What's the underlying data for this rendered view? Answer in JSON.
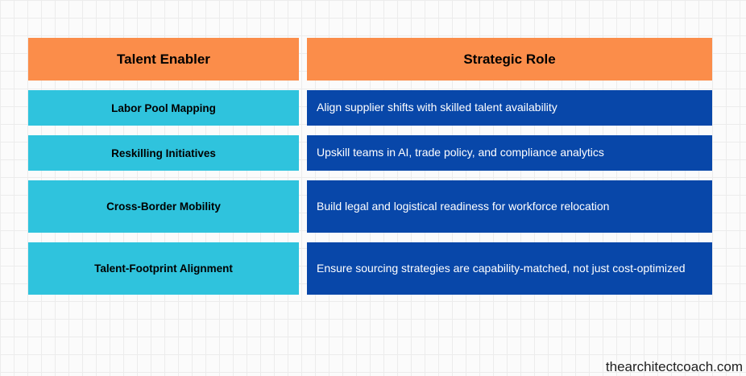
{
  "page": {
    "watermark": "thearchitectcoach.com"
  },
  "colors": {
    "header_bg": "#fb8d4a",
    "enabler_bg": "#2fc3dd",
    "role_bg": "#0847a9",
    "header_text": "#000000",
    "enabler_text": "#000000",
    "role_text": "#ffffff",
    "canvas_bg": "#fbfbfb",
    "grid_line": "#ececec"
  },
  "table": {
    "headers": [
      {
        "label": "Talent Enabler"
      },
      {
        "label": "Strategic Role"
      }
    ],
    "rows": [
      {
        "enabler": "Labor Pool Mapping",
        "role": "Align supplier shifts with skilled talent availability"
      },
      {
        "enabler": "Reskilling Initiatives",
        "role": "Upskill teams in AI, trade policy, and compliance analytics"
      },
      {
        "enabler": "Cross-Border Mobility",
        "role": "Build legal and logistical readiness for workforce relocation"
      },
      {
        "enabler": "Talent-Footprint Alignment",
        "role": "Ensure sourcing strategies are capability-matched, not just cost-optimized"
      }
    ]
  }
}
